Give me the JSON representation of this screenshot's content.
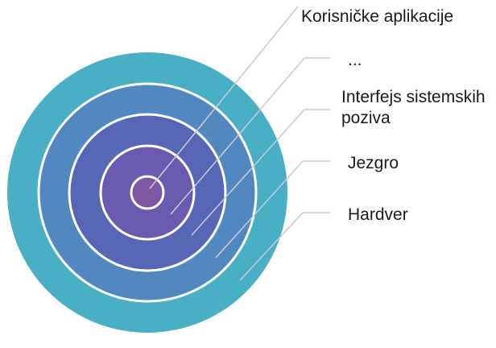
{
  "layers": [
    {
      "id": "apps",
      "label": "Korisničke aplikacije",
      "color": "#7b5aa6"
    },
    {
      "id": "dots",
      "label": "...",
      "color": "#6a5ab0"
    },
    {
      "id": "syscall",
      "label": "Interfejs sistemskih\npoziva",
      "color": "#5960b5"
    },
    {
      "id": "kernel",
      "label": "Jezgro",
      "color": "#4f86c0"
    },
    {
      "id": "hw",
      "label": "Hardver",
      "color": "#4aaec4"
    }
  ],
  "colors": {
    "ring_border": "#ffffff",
    "leader_line": "#c8c8d8",
    "text": "#1a1a1a"
  }
}
